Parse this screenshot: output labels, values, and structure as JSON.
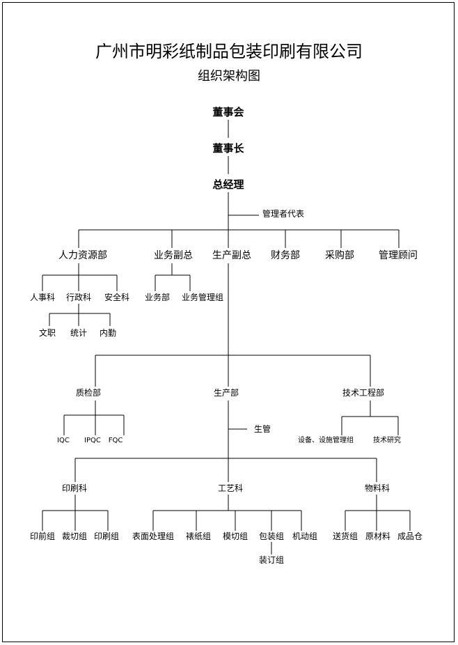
{
  "company": "广州市明彩纸制品包装印刷有限公司",
  "subtitle": "组织架构图",
  "board": "董事会",
  "chairman": "董事长",
  "gm": "总经理",
  "mgmt_rep": "管理者代表",
  "depts": [
    "人力资源部",
    "业务副总",
    "生产副总",
    "财务部",
    "采购部",
    "管理顾问"
  ],
  "hr_subs": [
    "人事科",
    "行政科",
    "安全科"
  ],
  "admin_subs": [
    "文职",
    "统计",
    "内勤"
  ],
  "sales_subs": [
    "业务部",
    "业务管理组"
  ],
  "prod_depts": [
    "质检部",
    "生产部",
    "技术工程部"
  ],
  "qc_subs": [
    "IQC",
    "IPQC",
    "FQC"
  ],
  "supervisor": "生管",
  "tech_subs": [
    "设备、设施管理组",
    "技术研究"
  ],
  "sections": [
    "印刷科",
    "工艺科",
    "物料科"
  ],
  "print_groups": [
    "印前组",
    "裁切组",
    "印刷组"
  ],
  "craft_groups": [
    "表面处理组",
    "裱纸组",
    "模切组",
    "包装组",
    "机动组"
  ],
  "binding_group": "装订组",
  "material_groups": [
    "送货组",
    "原材料",
    "成品仓"
  ]
}
